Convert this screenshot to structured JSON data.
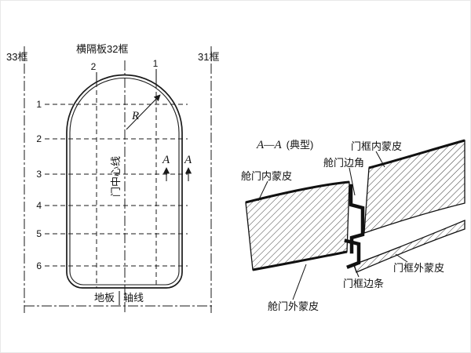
{
  "left_diagram": {
    "frame_33": "33框",
    "bulkhead_32": "横隔板32框",
    "frame_31": "31框",
    "stringer_2": "2",
    "stringer_1": "1",
    "rows": [
      "1",
      "2",
      "3",
      "4",
      "5",
      "6"
    ],
    "radius": "R",
    "door_centerline": "门中心线",
    "section_a_left": "A",
    "section_a_right": "A",
    "floor": "地板",
    "axis": "轴线"
  },
  "right_diagram": {
    "section_title": "A—A",
    "section_subtitle": "(典型)",
    "frame_inner_skin": "门框内蒙皮",
    "door_edge_corner": "舱门边角",
    "door_inner_skin": "舱门内蒙皮",
    "frame_outer_skin": "门框外蒙皮",
    "frame_edge_strip": "门框边条",
    "door_outer_skin": "舱门外蒙皮"
  },
  "colors": {
    "line": "#1a1a1a",
    "background": "#ffffff"
  }
}
